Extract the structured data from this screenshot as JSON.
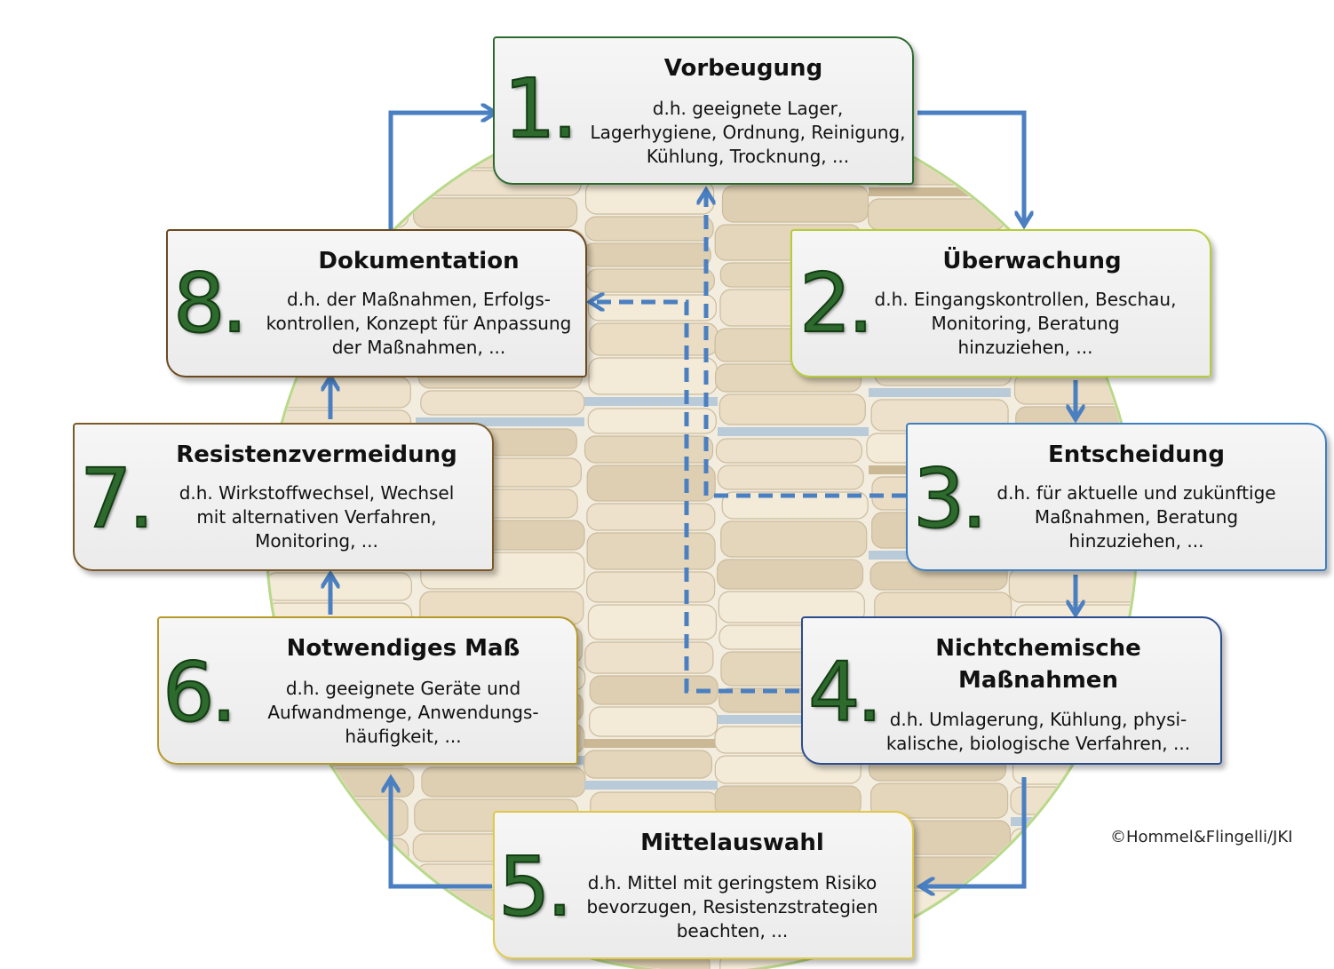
{
  "steps": [
    {
      "number": "1.",
      "title": "Vorbeugung",
      "desc": [
        "d.h. geeignete Lager,",
        "Lagerhygiene, Ordnung, Reinigung,",
        "Kühlung, Trocknung, ..."
      ],
      "border": "#2e6a2e"
    },
    {
      "number": "2.",
      "title": "Überwachung",
      "desc": [
        "d.h. Eingangskontrollen, Beschau,",
        "Monitoring, Beratung",
        "hinzuziehen, ..."
      ],
      "border": "#b5cc3a"
    },
    {
      "number": "3.",
      "title": "Entscheidung",
      "desc": [
        "d.h. für aktuelle und zukünftige",
        "Maßnahmen, Beratung",
        "hinzuziehen, ..."
      ],
      "border": "#3e7fbf"
    },
    {
      "number": "4.",
      "title": [
        "Nichtchemische",
        "Maßnahmen"
      ],
      "desc": [
        "d.h. Umlagerung, Kühlung, physi-",
        "kalische, biologische Verfahren, ..."
      ],
      "border": "#2a4d8f"
    },
    {
      "number": "5.",
      "title": "Mittelauswahl",
      "desc": [
        "d.h. Mittel mit geringstem Risiko",
        "bevorzugen, Resistenzstrategien",
        "beachten, ..."
      ],
      "border": "#e0c94a"
    },
    {
      "number": "6.",
      "title": "Notwendiges Maß",
      "desc": [
        "d.h. geeignete Geräte und",
        "Aufwandmenge, Anwendungs-",
        "häufigkeit, ..."
      ],
      "border": "#b59a2a"
    },
    {
      "number": "7.",
      "title": "Resistenzvermeidung",
      "desc": [
        "d.h. Wirkstoffwechsel, Wechsel",
        "mit alternativen Verfahren,",
        "Monitoring, ..."
      ],
      "border": "#7a5a2a"
    },
    {
      "number": "8.",
      "title": "Dokumentation",
      "desc": [
        "d.h. der Maßnahmen, Erfolgs-",
        "kontrollen, Konzept für Anpassung",
        "der Maßnahmen, ..."
      ],
      "border": "#6b4a1e"
    }
  ],
  "copyright": "©Hommel&Flingelli/JKI",
  "colors": {
    "arrow": "#4a7fc1",
    "number_fill": "#2e6a2e",
    "circle_edge": "#b9d98a"
  },
  "icons": {
    "background": "stacked-sacks-photo"
  }
}
